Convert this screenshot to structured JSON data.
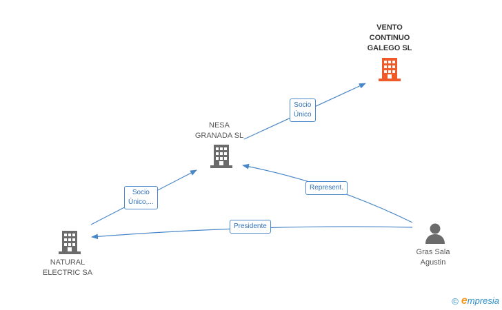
{
  "nodes": {
    "vento": {
      "label_lines": [
        "VENTO",
        "CONTINUO",
        "GALEGO SL"
      ],
      "type": "company",
      "color": "#f05a2a"
    },
    "nesa": {
      "label_lines": [
        "NESA",
        "GRANADA SL"
      ],
      "type": "company",
      "color": "#6b6b6b"
    },
    "natural": {
      "label_lines": [
        "NATURAL",
        "ELECTRIC SA"
      ],
      "type": "company",
      "color": "#6b6b6b"
    },
    "gras": {
      "label_lines": [
        "Gras Sala",
        "Agustin"
      ],
      "type": "person",
      "color": "#6b6b6b"
    }
  },
  "edges": {
    "nesa_vento": {
      "label_lines": [
        "Socio",
        "Único"
      ]
    },
    "natural_nesa": {
      "label_lines": [
        "Socio",
        "Único,..."
      ]
    },
    "gras_nesa": {
      "label_lines": [
        "Represent."
      ]
    },
    "gras_natural": {
      "label_lines": [
        "Presidente"
      ]
    }
  },
  "brand": {
    "copyright": "©",
    "initial": "e",
    "rest": "mpresia"
  },
  "colors": {
    "edge": "#4a87c8"
  }
}
